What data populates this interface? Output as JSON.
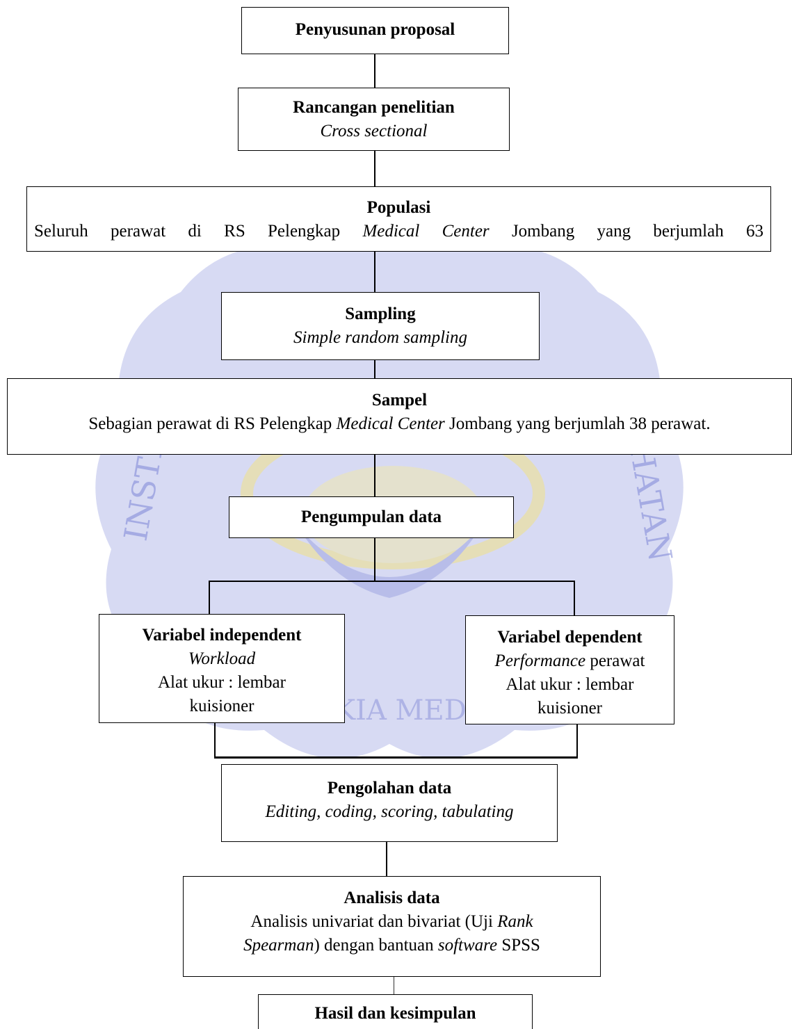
{
  "colors": {
    "watermark_blue": "#b7bce9",
    "watermark_yellow": "#f4e27d",
    "line": "#000000"
  },
  "boxes": {
    "proposal": {
      "title": "Penyusunan proposal"
    },
    "rancangan": {
      "title": "Rancangan penelitian",
      "sub": "Cross sectional"
    },
    "populasi": {
      "title": "Populasi",
      "text_a": "Seluruh perawat di RS Pelengkap ",
      "text_italic": "Medical Center",
      "text_b": " Jombang yang berjumlah 63"
    },
    "sampling": {
      "title": "Sampling",
      "sub": "Simple random sampling"
    },
    "sampel": {
      "title": "Sampel",
      "text_a": "Sebagian perawat di RS Pelengkap ",
      "text_italic": "Medical Center",
      "text_b": " Jombang yang berjumlah 38 perawat."
    },
    "pengumpulan": {
      "title": "Pengumpulan data"
    },
    "independent": {
      "title": "Variabel independent",
      "sub": "Workload",
      "line3": "Alat ukur : lembar",
      "line4": "kuisioner"
    },
    "dependent": {
      "title": "Variabel dependent",
      "sub_italic": "Performance",
      "sub_rest": " perawat",
      "line3": "Alat ukur : lembar",
      "line4": "kuisioner"
    },
    "pengolahan": {
      "title": "Pengolahan data",
      "sub": "Editing, coding, scoring, tabulating"
    },
    "analisis": {
      "title": "Analisis data",
      "l1_a": "Analisis univariat dan bivariat  (Uji ",
      "l1_italic": "Rank",
      "l2_italic": "Spearman",
      "l2_b": ") dengan bantuan ",
      "l2_italic2": "software",
      "l2_c": " SPSS"
    },
    "hasil": {
      "title": "Hasil dan kesimpulan"
    }
  }
}
